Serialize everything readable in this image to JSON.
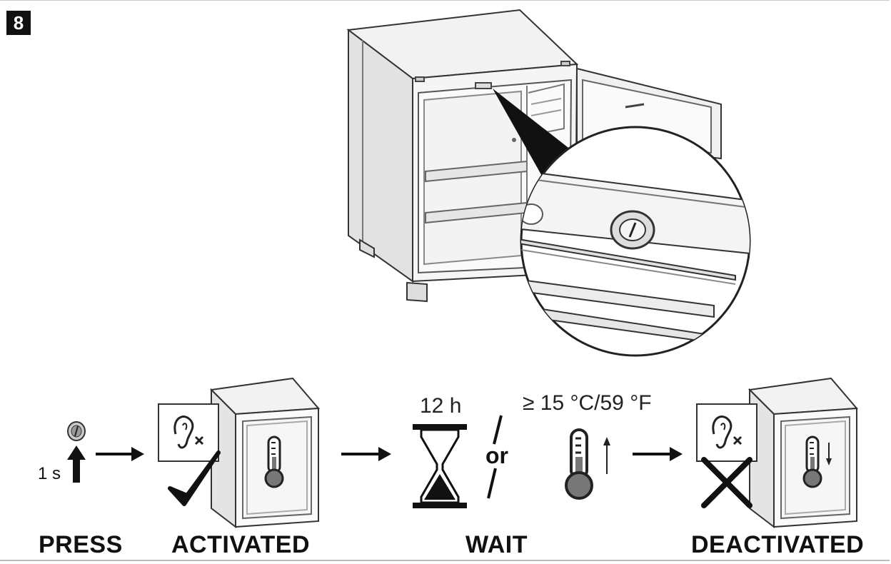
{
  "step_number": "8",
  "press_duration": "1 s",
  "wait_time": "12 h",
  "or_label": "or",
  "temperature_threshold": "≥ 15 °C/59 °F",
  "labels": {
    "press": "PRESS",
    "activated": "ACTIVATED",
    "wait": "WAIT",
    "deactivated": "DEACTIVATED"
  },
  "icons": [
    "button-icon",
    "up-arrow-icon",
    "right-arrow-icon",
    "ear-mute-icon",
    "checkmark-icon",
    "fridge-icon",
    "thermometer-icon",
    "hourglass-icon",
    "cross-icon"
  ]
}
